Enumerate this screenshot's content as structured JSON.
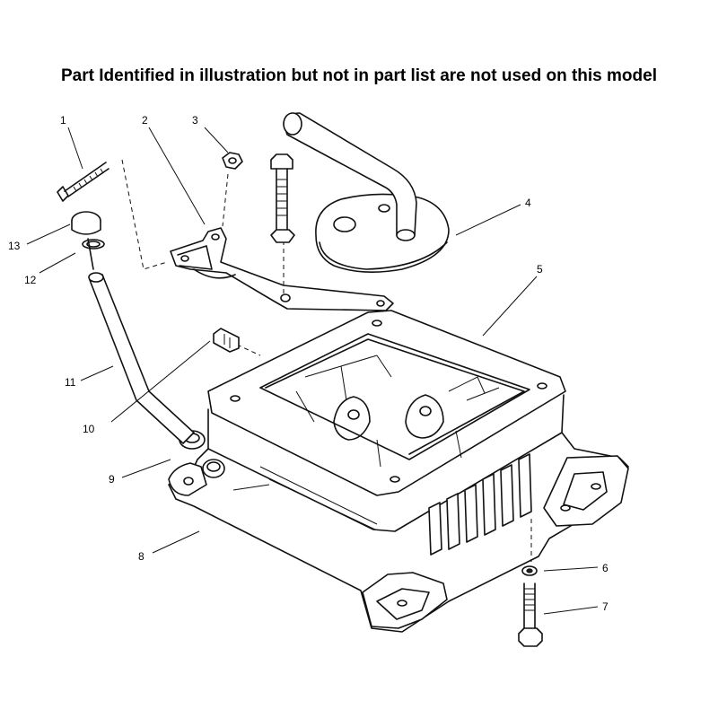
{
  "header": {
    "note": "Part Identified in illustration but not in part list are not used on this model"
  },
  "callouts": [
    {
      "id": "callout-1",
      "label": "1"
    },
    {
      "id": "callout-2",
      "label": "2"
    },
    {
      "id": "callout-3",
      "label": "3"
    },
    {
      "id": "callout-4",
      "label": "4"
    },
    {
      "id": "callout-5",
      "label": "5"
    },
    {
      "id": "callout-6",
      "label": "6"
    },
    {
      "id": "callout-7",
      "label": "7"
    },
    {
      "id": "callout-8",
      "label": "8"
    },
    {
      "id": "callout-9",
      "label": "9"
    },
    {
      "id": "callout-10",
      "label": "10"
    },
    {
      "id": "callout-11",
      "label": "11"
    },
    {
      "id": "callout-12",
      "label": "12"
    },
    {
      "id": "callout-13",
      "label": "13"
    }
  ]
}
